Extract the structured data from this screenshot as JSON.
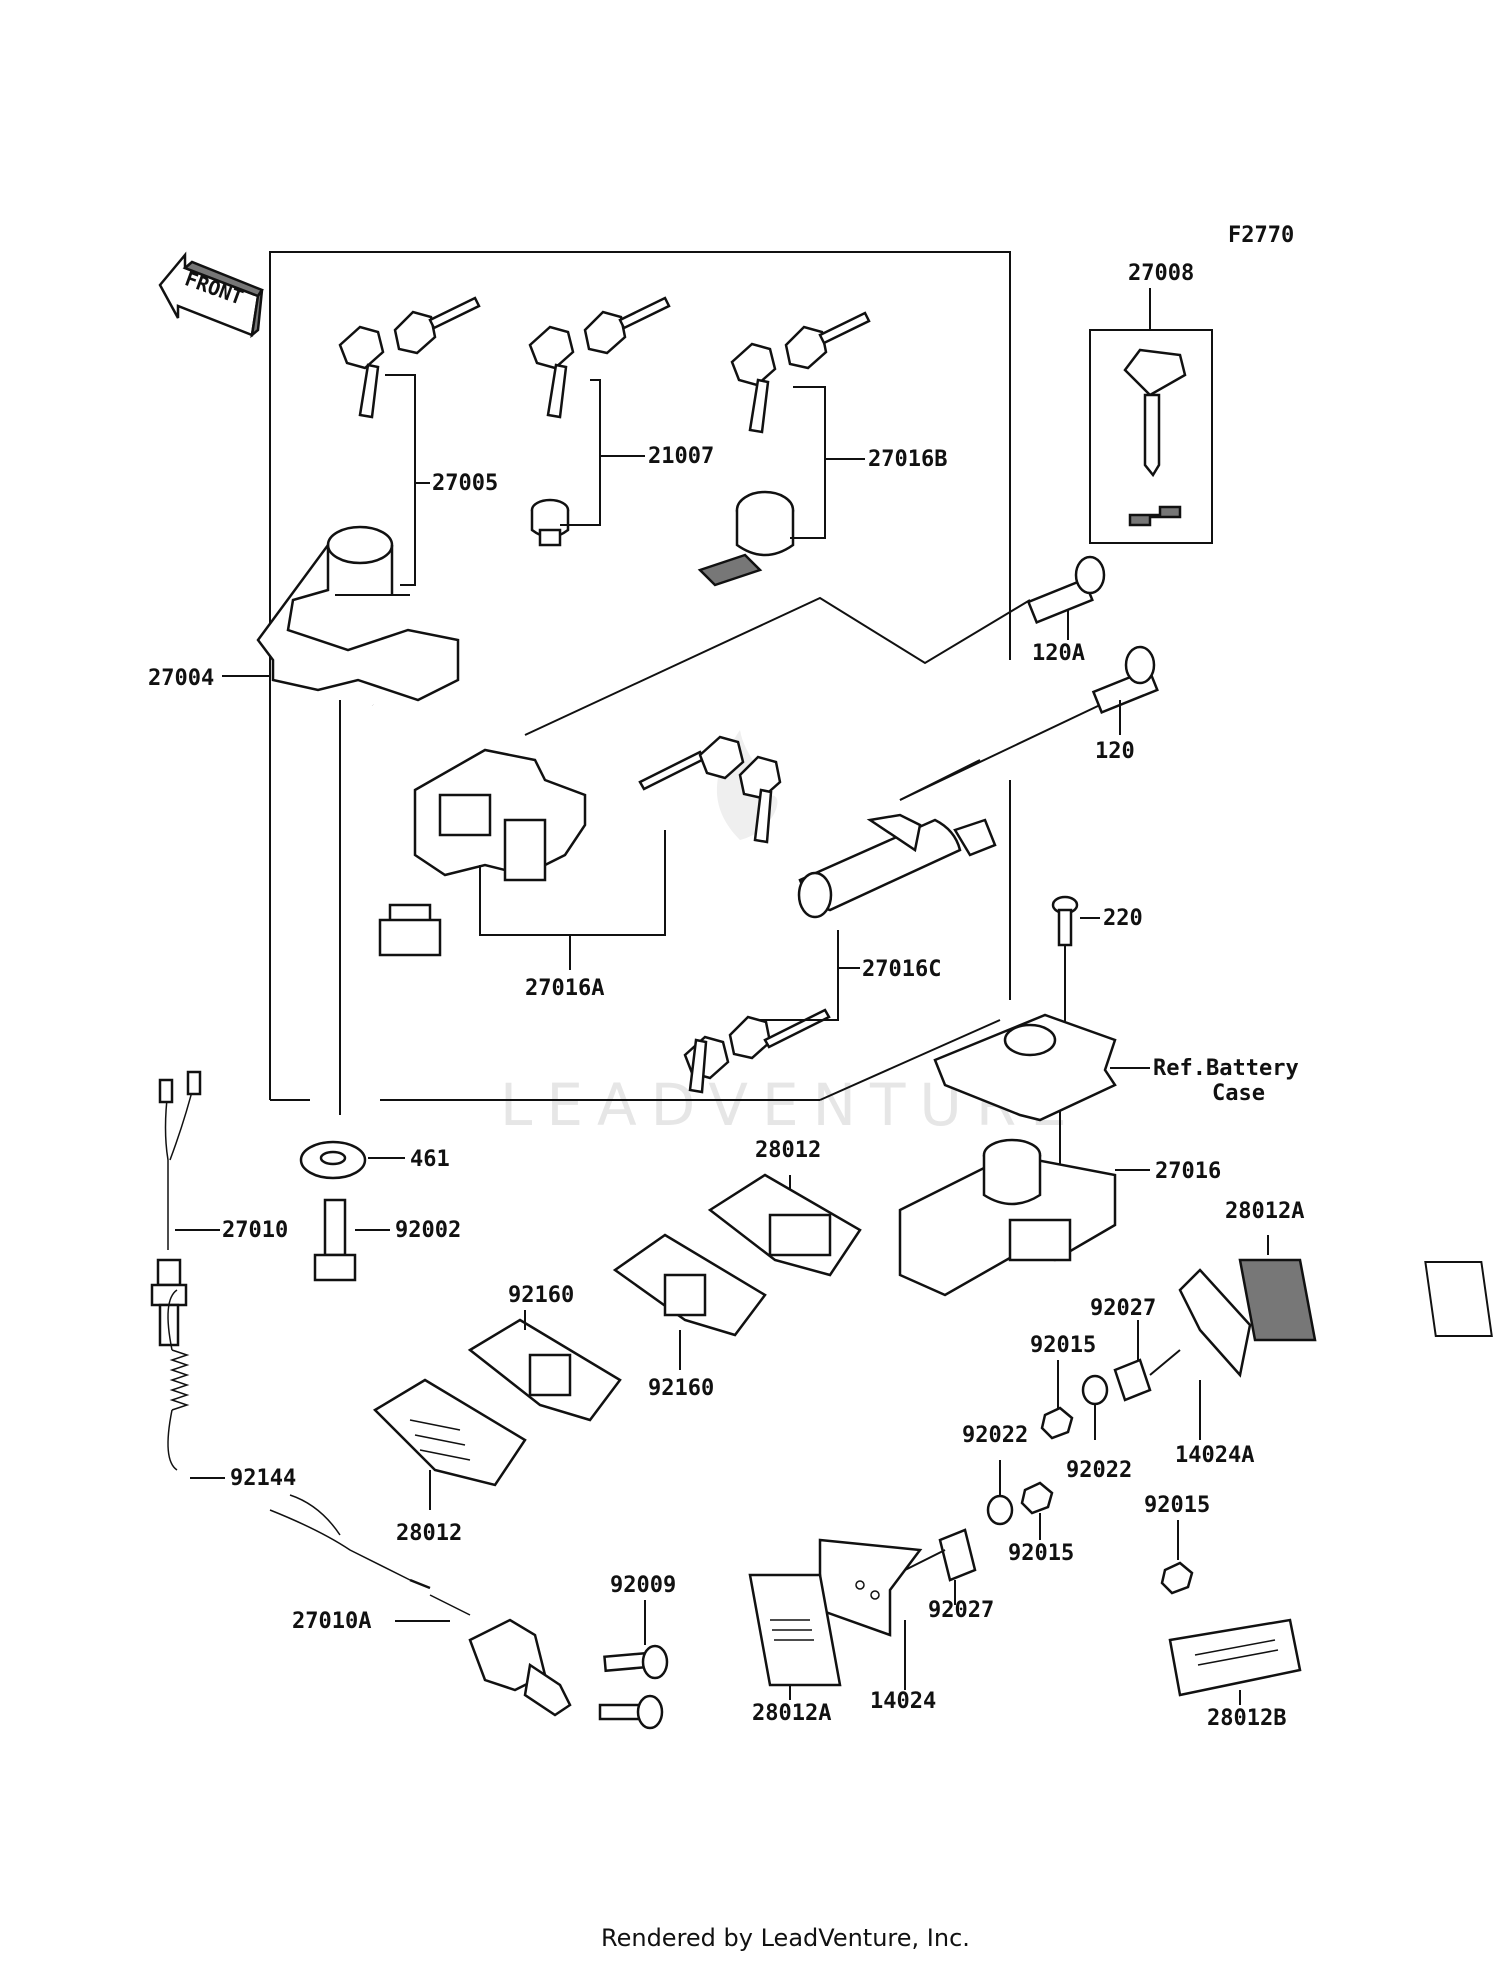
{
  "diagram_code": "F2770",
  "front_label": "FRONT",
  "watermark": "LEADVENTURE",
  "footer": "Rendered by LeadVenture, Inc.",
  "ref_note_line1": "Ref.Battery",
  "ref_note_line2": "Case",
  "parts": {
    "p27008": "27008",
    "p27005": "27005",
    "p21007": "21007",
    "p27016B": "27016B",
    "p27004": "27004",
    "p120A": "120A",
    "p120": "120",
    "p220": "220",
    "p27016A": "27016A",
    "p27016C": "27016C",
    "p461": "461",
    "p27016": "27016",
    "p28012_top": "28012",
    "p28012A_right": "28012A",
    "p27010": "27010",
    "p92002": "92002",
    "p92160_a": "92160",
    "p92160_b": "92160",
    "p92027_top": "92027",
    "p92015_a": "92015",
    "p92022_a": "92022",
    "p92022_b": "92022",
    "p14024A": "14024A",
    "p92144": "92144",
    "p28012_low": "28012",
    "p92015_b": "92015",
    "p92015_c": "92015",
    "p92009": "92009",
    "p27010A": "27010A",
    "p92027_low": "92027",
    "p14024": "14024",
    "p28012A_low": "28012A",
    "p28012B": "28012B"
  }
}
